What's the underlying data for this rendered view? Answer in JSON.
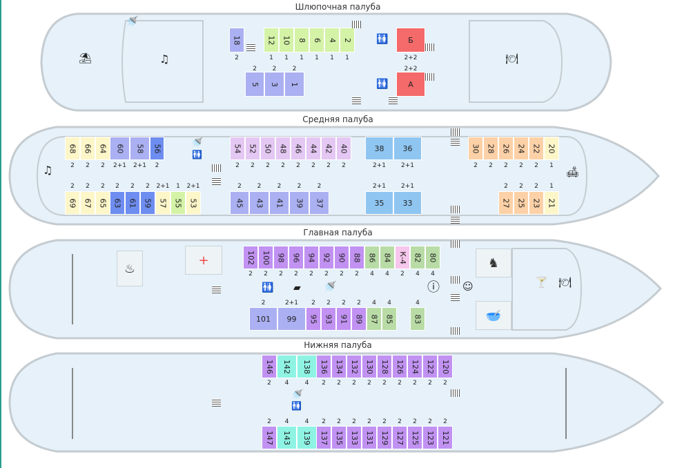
{
  "decks": [
    {
      "title": "Шлюпочная палуба"
    },
    {
      "title": "Средняя палуба"
    },
    {
      "title": "Главная палуба"
    },
    {
      "title": "Нижняя палуба"
    }
  ],
  "colors": {
    "hull_fill": "#e6f1f9",
    "hull_stroke": "#c5ccd1",
    "yellow": "#fdf6c9",
    "blue": "#aab0f1",
    "blue_dark": "#6e8df0",
    "green_light": "#d4f3a7",
    "green": "#b9dca6",
    "purple": "#c192f2",
    "lavender": "#e4c7f3",
    "sky": "#8fc5f1",
    "orange": "#fcd1a7",
    "teal": "#8ff3e4",
    "red": "#f46a6a",
    "pink": "#f6c6ec"
  },
  "cabins": [
    {
      "id": "18",
      "cap": "2"
    },
    {
      "id": "12",
      "cap": "1"
    },
    {
      "id": "10",
      "cap": "1"
    },
    {
      "id": "8",
      "cap": "1"
    },
    {
      "id": "6",
      "cap": "1"
    },
    {
      "id": "4",
      "cap": "1"
    },
    {
      "id": "2",
      "cap": "1"
    },
    {
      "id": "Б",
      "cap": "2+2"
    },
    {
      "id": "А",
      "cap": "2+2"
    },
    {
      "id": "5",
      "cap": "2"
    },
    {
      "id": "3",
      "cap": "2"
    },
    {
      "id": "1",
      "cap": "2"
    },
    {
      "id": "68",
      "cap": "2"
    },
    {
      "id": "66",
      "cap": "2"
    },
    {
      "id": "64",
      "cap": "2"
    },
    {
      "id": "60",
      "cap": "2+1"
    },
    {
      "id": "58",
      "cap": "2+1"
    },
    {
      "id": "56",
      "cap": "2"
    },
    {
      "id": "69",
      "cap": "2"
    },
    {
      "id": "67",
      "cap": "2"
    },
    {
      "id": "65",
      "cap": "2"
    },
    {
      "id": "63",
      "cap": "2"
    },
    {
      "id": "61",
      "cap": "2"
    },
    {
      "id": "59",
      "cap": "2"
    },
    {
      "id": "57",
      "cap": "2+1"
    },
    {
      "id": "55",
      "cap": "1"
    },
    {
      "id": "53",
      "cap": "2+1"
    },
    {
      "id": "54",
      "cap": "2"
    },
    {
      "id": "52",
      "cap": "2"
    },
    {
      "id": "50",
      "cap": "2"
    },
    {
      "id": "48",
      "cap": "2"
    },
    {
      "id": "46",
      "cap": "2"
    },
    {
      "id": "44",
      "cap": "2"
    },
    {
      "id": "42",
      "cap": "2"
    },
    {
      "id": "40",
      "cap": "2"
    },
    {
      "id": "45",
      "cap": "2"
    },
    {
      "id": "43",
      "cap": "2"
    },
    {
      "id": "41",
      "cap": "2"
    },
    {
      "id": "39",
      "cap": "2"
    },
    {
      "id": "37",
      "cap": "2"
    },
    {
      "id": "38",
      "cap": "2+1"
    },
    {
      "id": "36",
      "cap": "2+1"
    },
    {
      "id": "35",
      "cap": "2+1"
    },
    {
      "id": "33",
      "cap": "2+1"
    },
    {
      "id": "30",
      "cap": "2"
    },
    {
      "id": "28",
      "cap": "2"
    },
    {
      "id": "26",
      "cap": "2"
    },
    {
      "id": "24",
      "cap": "2"
    },
    {
      "id": "22",
      "cap": "2"
    },
    {
      "id": "20",
      "cap": "1"
    },
    {
      "id": "27",
      "cap": "2"
    },
    {
      "id": "25",
      "cap": "2"
    },
    {
      "id": "23",
      "cap": "2"
    },
    {
      "id": "21",
      "cap": "1"
    },
    {
      "id": "102",
      "cap": "2"
    },
    {
      "id": "100",
      "cap": "2"
    },
    {
      "id": "98",
      "cap": "2"
    },
    {
      "id": "96",
      "cap": "2"
    },
    {
      "id": "94",
      "cap": "2"
    },
    {
      "id": "92",
      "cap": "2"
    },
    {
      "id": "90",
      "cap": "2"
    },
    {
      "id": "88",
      "cap": "2"
    },
    {
      "id": "86",
      "cap": "4"
    },
    {
      "id": "84",
      "cap": "4"
    },
    {
      "id": "К-4",
      "cap": "2"
    },
    {
      "id": "82",
      "cap": "4"
    },
    {
      "id": "80",
      "cap": "4"
    },
    {
      "id": "101",
      "cap": "2"
    },
    {
      "id": "99",
      "cap": "2+1"
    },
    {
      "id": "95",
      "cap": "2"
    },
    {
      "id": "93",
      "cap": "2"
    },
    {
      "id": "91",
      "cap": "2"
    },
    {
      "id": "89",
      "cap": "2"
    },
    {
      "id": "87",
      "cap": "4"
    },
    {
      "id": "85",
      "cap": "4"
    },
    {
      "id": "83",
      "cap": "4"
    },
    {
      "id": "146",
      "cap": "2"
    },
    {
      "id": "142",
      "cap": "4"
    },
    {
      "id": "138",
      "cap": "4"
    },
    {
      "id": "136",
      "cap": "2"
    },
    {
      "id": "134",
      "cap": "2"
    },
    {
      "id": "132",
      "cap": "2"
    },
    {
      "id": "130",
      "cap": "2"
    },
    {
      "id": "128",
      "cap": "2"
    },
    {
      "id": "126",
      "cap": "2"
    },
    {
      "id": "124",
      "cap": "2"
    },
    {
      "id": "122",
      "cap": "2"
    },
    {
      "id": "120",
      "cap": "2"
    },
    {
      "id": "147",
      "cap": "2"
    },
    {
      "id": "143",
      "cap": "4"
    },
    {
      "id": "139",
      "cap": "4"
    },
    {
      "id": "137",
      "cap": "2"
    },
    {
      "id": "135",
      "cap": "2"
    },
    {
      "id": "133",
      "cap": "2"
    },
    {
      "id": "131",
      "cap": "2"
    },
    {
      "id": "129",
      "cap": "2"
    },
    {
      "id": "127",
      "cap": "2"
    },
    {
      "id": "125",
      "cap": "2"
    },
    {
      "id": "123",
      "cap": "2"
    },
    {
      "id": "121",
      "cap": "2"
    }
  ],
  "icons": [
    "beach-umbrella-icon",
    "music-icon",
    "shower-icon",
    "restroom-icon",
    "restaurant-icon",
    "sofa-icon",
    "first-aid-icon",
    "sauna-icon",
    "iron-icon",
    "info-icon",
    "baby-icon",
    "rocking-horse-icon",
    "cocktail-icon",
    "soup-icon"
  ]
}
